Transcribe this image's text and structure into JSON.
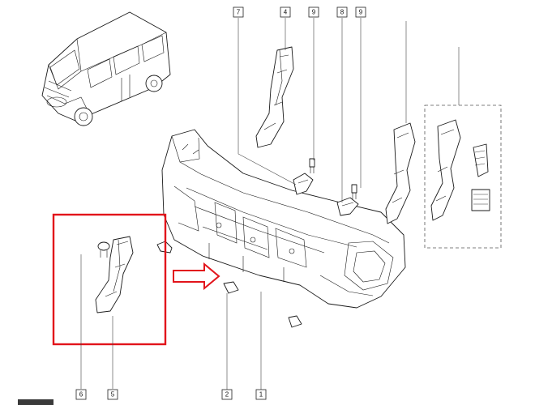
{
  "diagram": {
    "callouts": [
      {
        "id": "c7",
        "label": "7"
      },
      {
        "id": "c4",
        "label": "4"
      },
      {
        "id": "c9a",
        "label": "9"
      },
      {
        "id": "c8",
        "label": "8"
      },
      {
        "id": "c9b",
        "label": "9"
      },
      {
        "id": "c6",
        "label": "6"
      },
      {
        "id": "c5",
        "label": "5"
      },
      {
        "id": "c2",
        "label": "2"
      },
      {
        "id": "c1",
        "label": "1"
      }
    ],
    "colors": {
      "highlight_box": "#e2141b",
      "arrow": "#e2141b",
      "line_art": "#1a1a1a",
      "dashed_group": "#555555"
    }
  }
}
